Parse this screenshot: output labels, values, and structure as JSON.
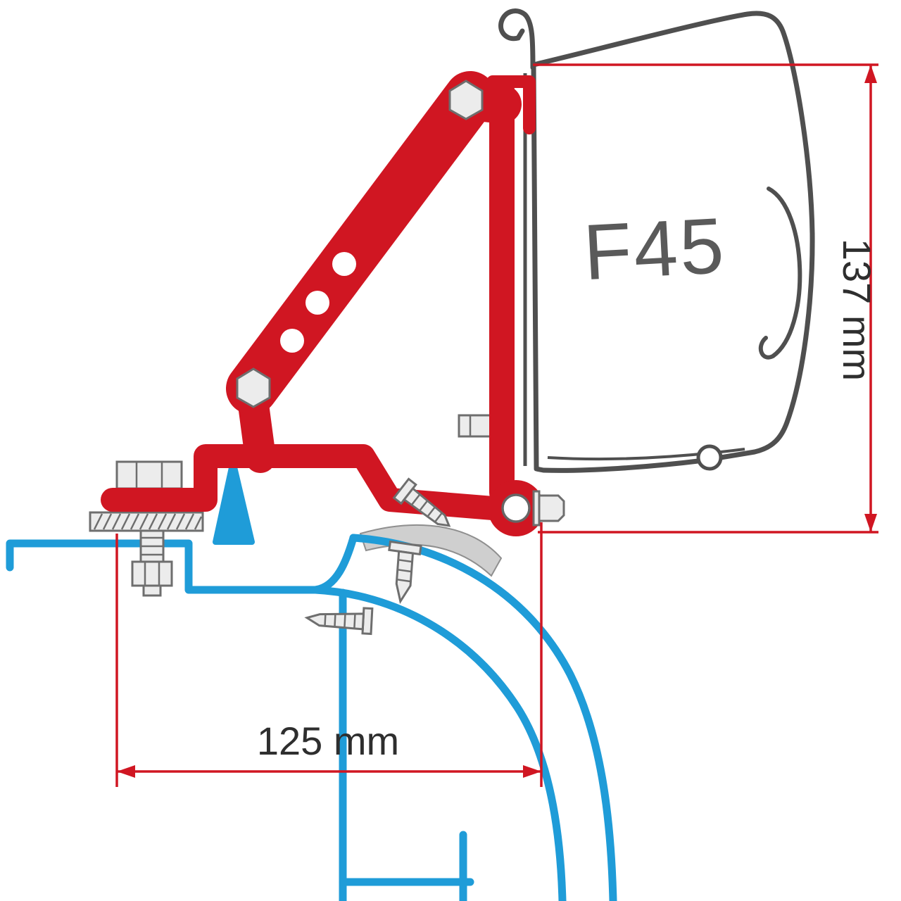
{
  "diagram": {
    "product_label": "F45",
    "dim_vertical": "137 mm",
    "dim_horizontal": "125 mm"
  },
  "colors": {
    "bracket_red": "#d01622",
    "roof_blue": "#1f9cd8",
    "outline_grey": "#4f4f4f",
    "metal_stroke": "#6e6e6e",
    "metal_fill": "#ececec",
    "label_grey": "#5a5a5a",
    "dim_text": "#2e2e2e",
    "strip_grey": "#cfcfcf",
    "bg": "#ffffff"
  }
}
